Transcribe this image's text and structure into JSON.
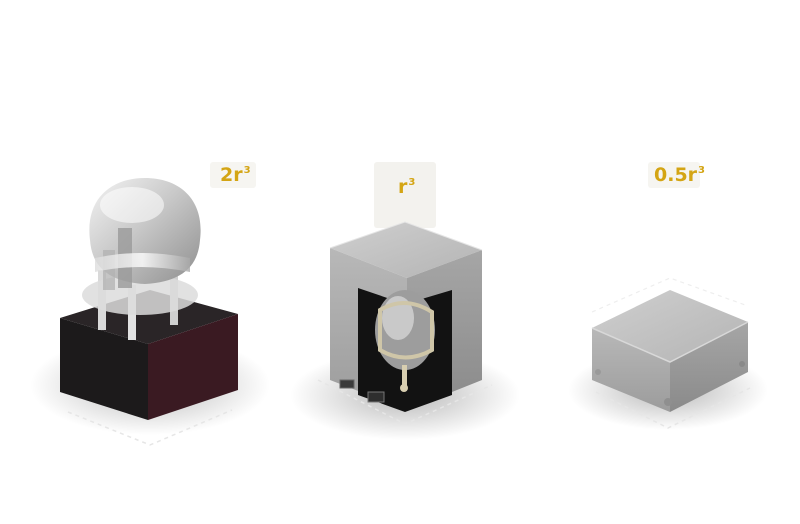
{
  "items": [
    {
      "label_base": "2r",
      "label_exp": "3"
    },
    {
      "label_base": "r",
      "label_exp": "3"
    },
    {
      "label_base": "0.5r",
      "label_exp": "3"
    }
  ],
  "colors": {
    "label": "#d4a514",
    "background": "#ffffff"
  }
}
